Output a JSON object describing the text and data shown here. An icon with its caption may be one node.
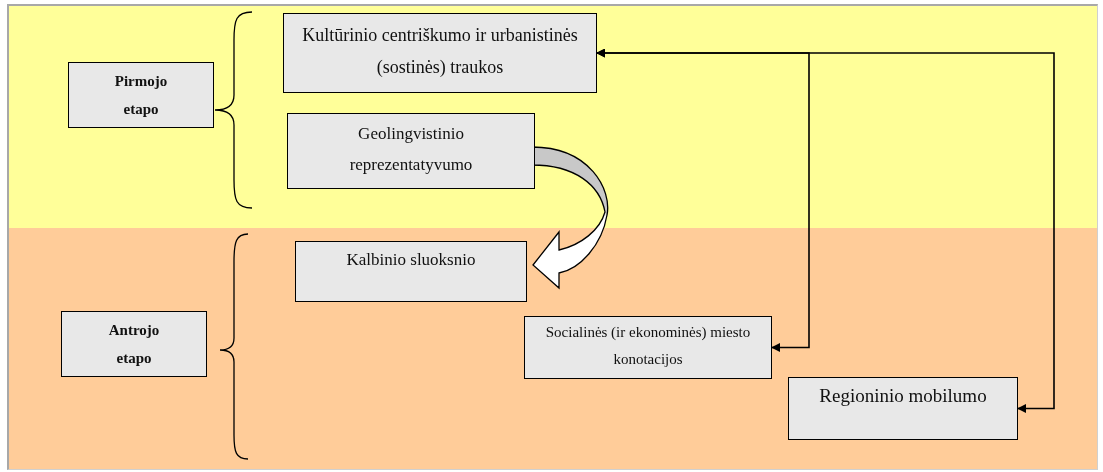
{
  "diagram": {
    "nodes": [
      {
        "text": [
          "Pirmojo etapo"
        ]
      },
      {
        "text": [
          "Kultūrinio centriškumo ir urbanistinės (sostinės) traukos"
        ]
      },
      {
        "text": [
          "Geolingvistinio reprezentatyvumo"
        ]
      },
      {
        "text": [
          "Antrojo etapo"
        ]
      },
      {
        "text": [
          "Kalbinio sluoksnio"
        ]
      },
      {
        "text": [
          "Socialinės (ir ekonominės) miesto konotacijos"
        ]
      },
      {
        "text": [
          "Regioninio mobilumo"
        ]
      }
    ],
    "edges": [
      {
        "from": 2,
        "to": 4,
        "arrow": "to",
        "style": "thick"
      },
      {
        "from": 1,
        "to": 5,
        "arrow": "both"
      },
      {
        "from": 1,
        "to": 6,
        "arrow": "both"
      }
    ]
  }
}
